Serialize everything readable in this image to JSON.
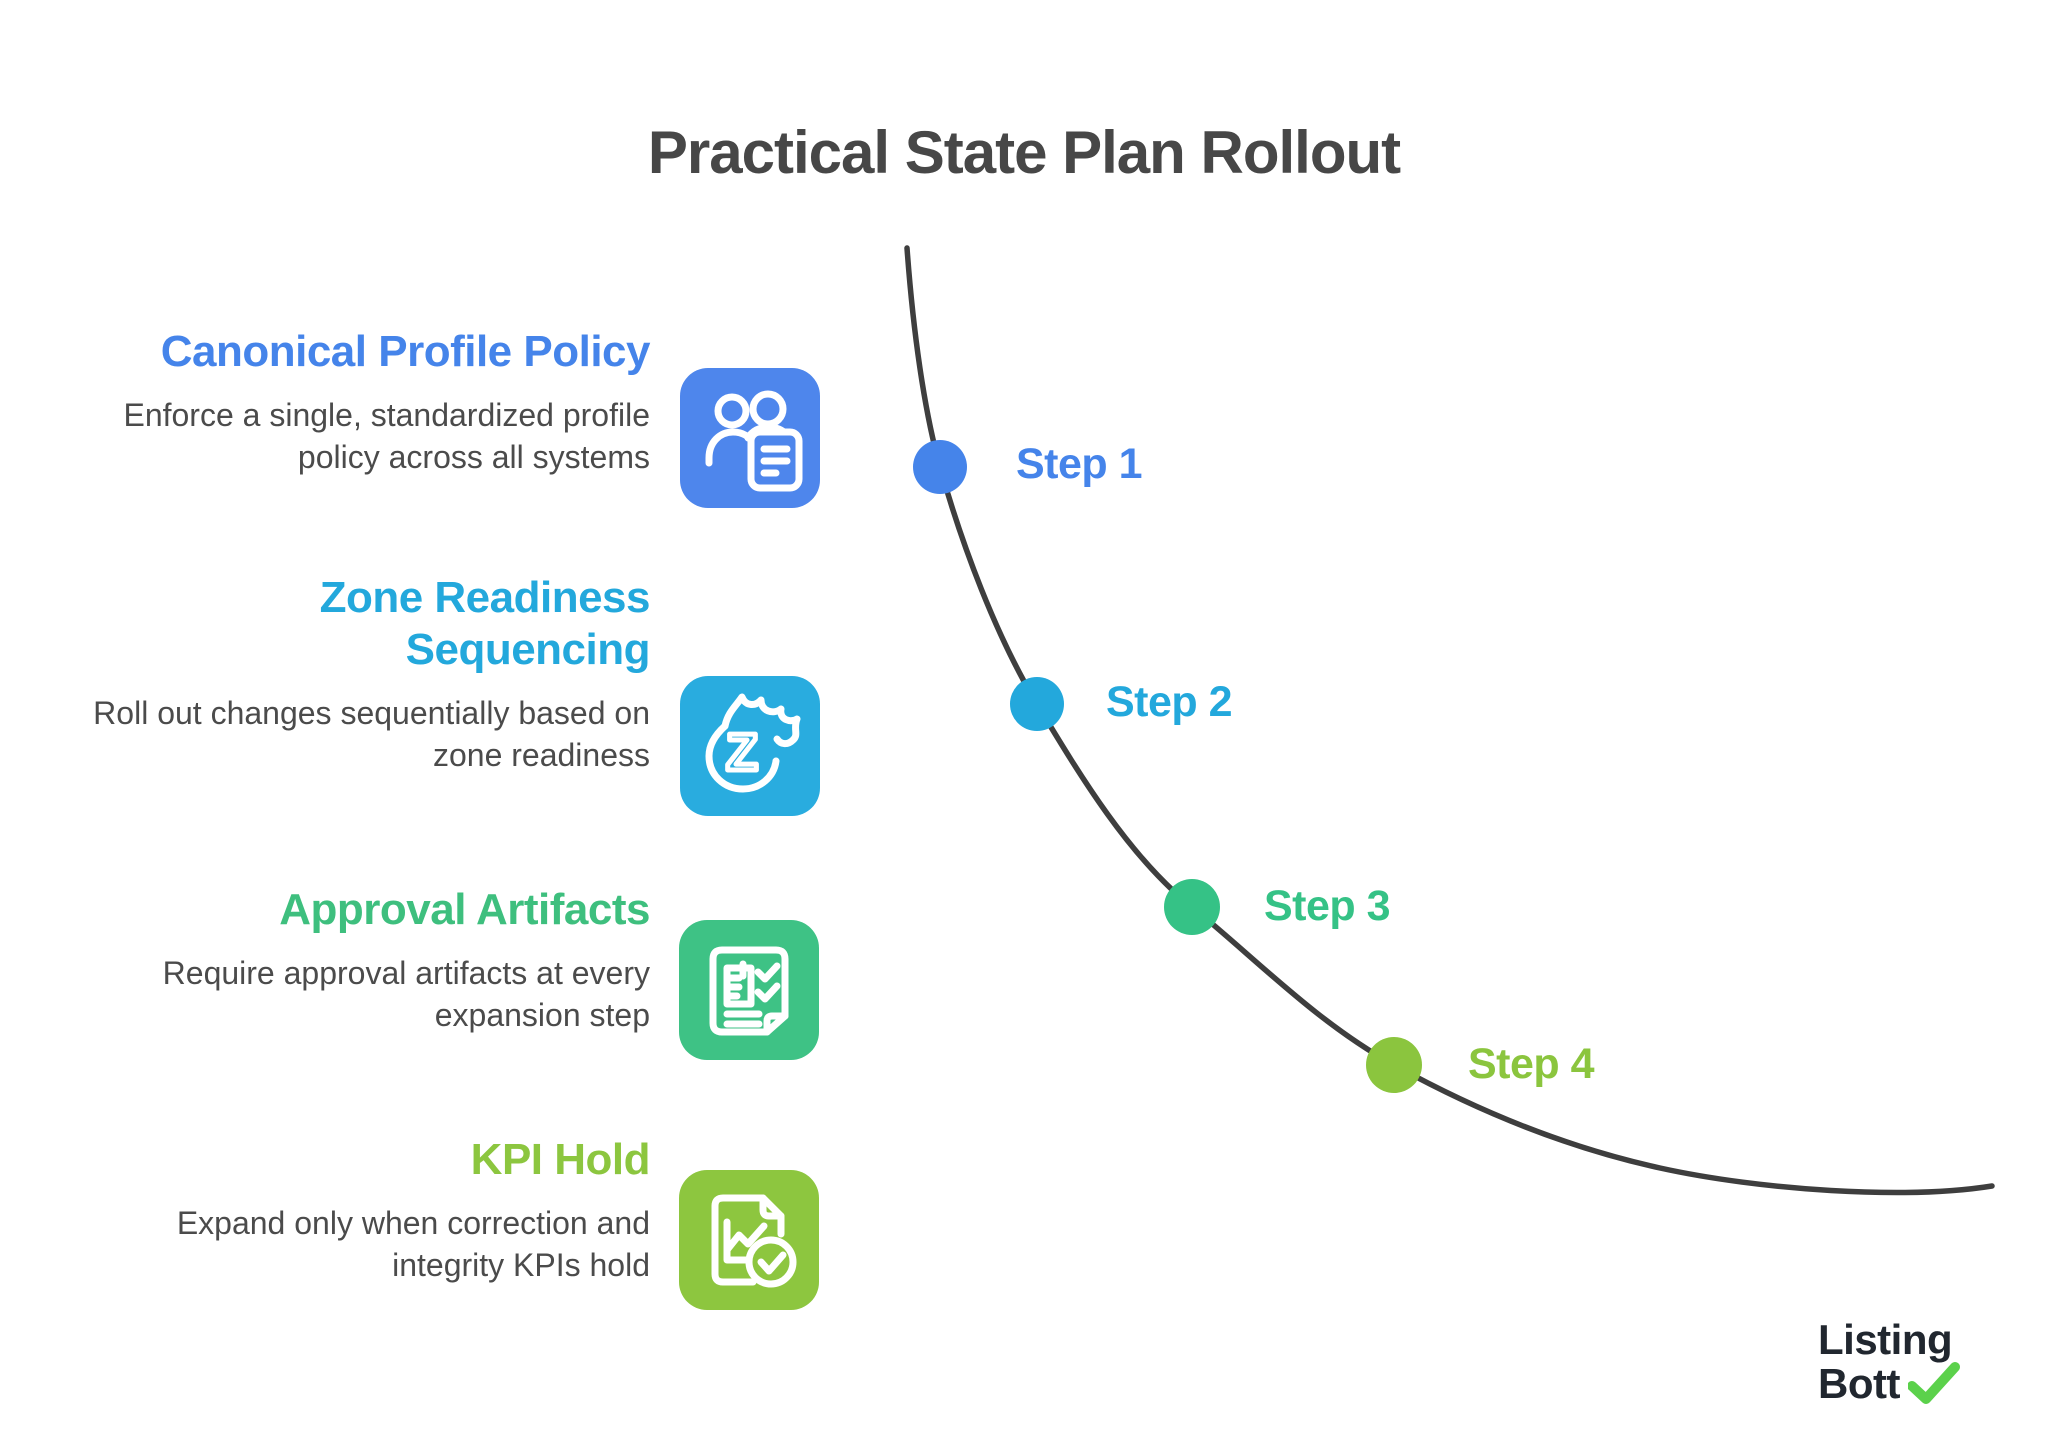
{
  "title": "Practical State Plan Rollout",
  "sections": [
    {
      "title": "Canonical Profile Policy",
      "description": "Enforce a single, standardized profile policy across all systems",
      "icon": "users-profile-document-icon",
      "accent_color": "#4584ea",
      "icon_bg_color": "#4e86ec"
    },
    {
      "title": "Zone Readiness Sequencing",
      "description": "Roll out changes sequentially based on zone readiness",
      "icon": "flame-z-icon",
      "accent_color": "#23a8dc",
      "icon_bg_color": "#29acdf"
    },
    {
      "title": "Approval Artifacts",
      "description": "Require approval artifacts at every expansion step",
      "icon": "approved-checklist-document-icon",
      "accent_color": "#3ebf7e",
      "icon_bg_color": "#3ec285"
    },
    {
      "title": "KPI Hold",
      "description": "Expand only when correction and integrity KPIs hold",
      "icon": "kpi-chart-check-document-icon",
      "accent_color": "#8cc63f",
      "icon_bg_color": "#8dc63f"
    }
  ],
  "steps": [
    {
      "label": "Step 1",
      "color": "#4584ea"
    },
    {
      "label": "Step 2",
      "color": "#23a8dc"
    },
    {
      "label": "Step 3",
      "color": "#35c286"
    },
    {
      "label": "Step 4",
      "color": "#8bc53e"
    }
  ],
  "curve_color": "#3e3e3e",
  "logo": {
    "line1": "Listing",
    "line2": "Bott",
    "check_color": "#5bd14b",
    "text_color": "#21272f"
  }
}
